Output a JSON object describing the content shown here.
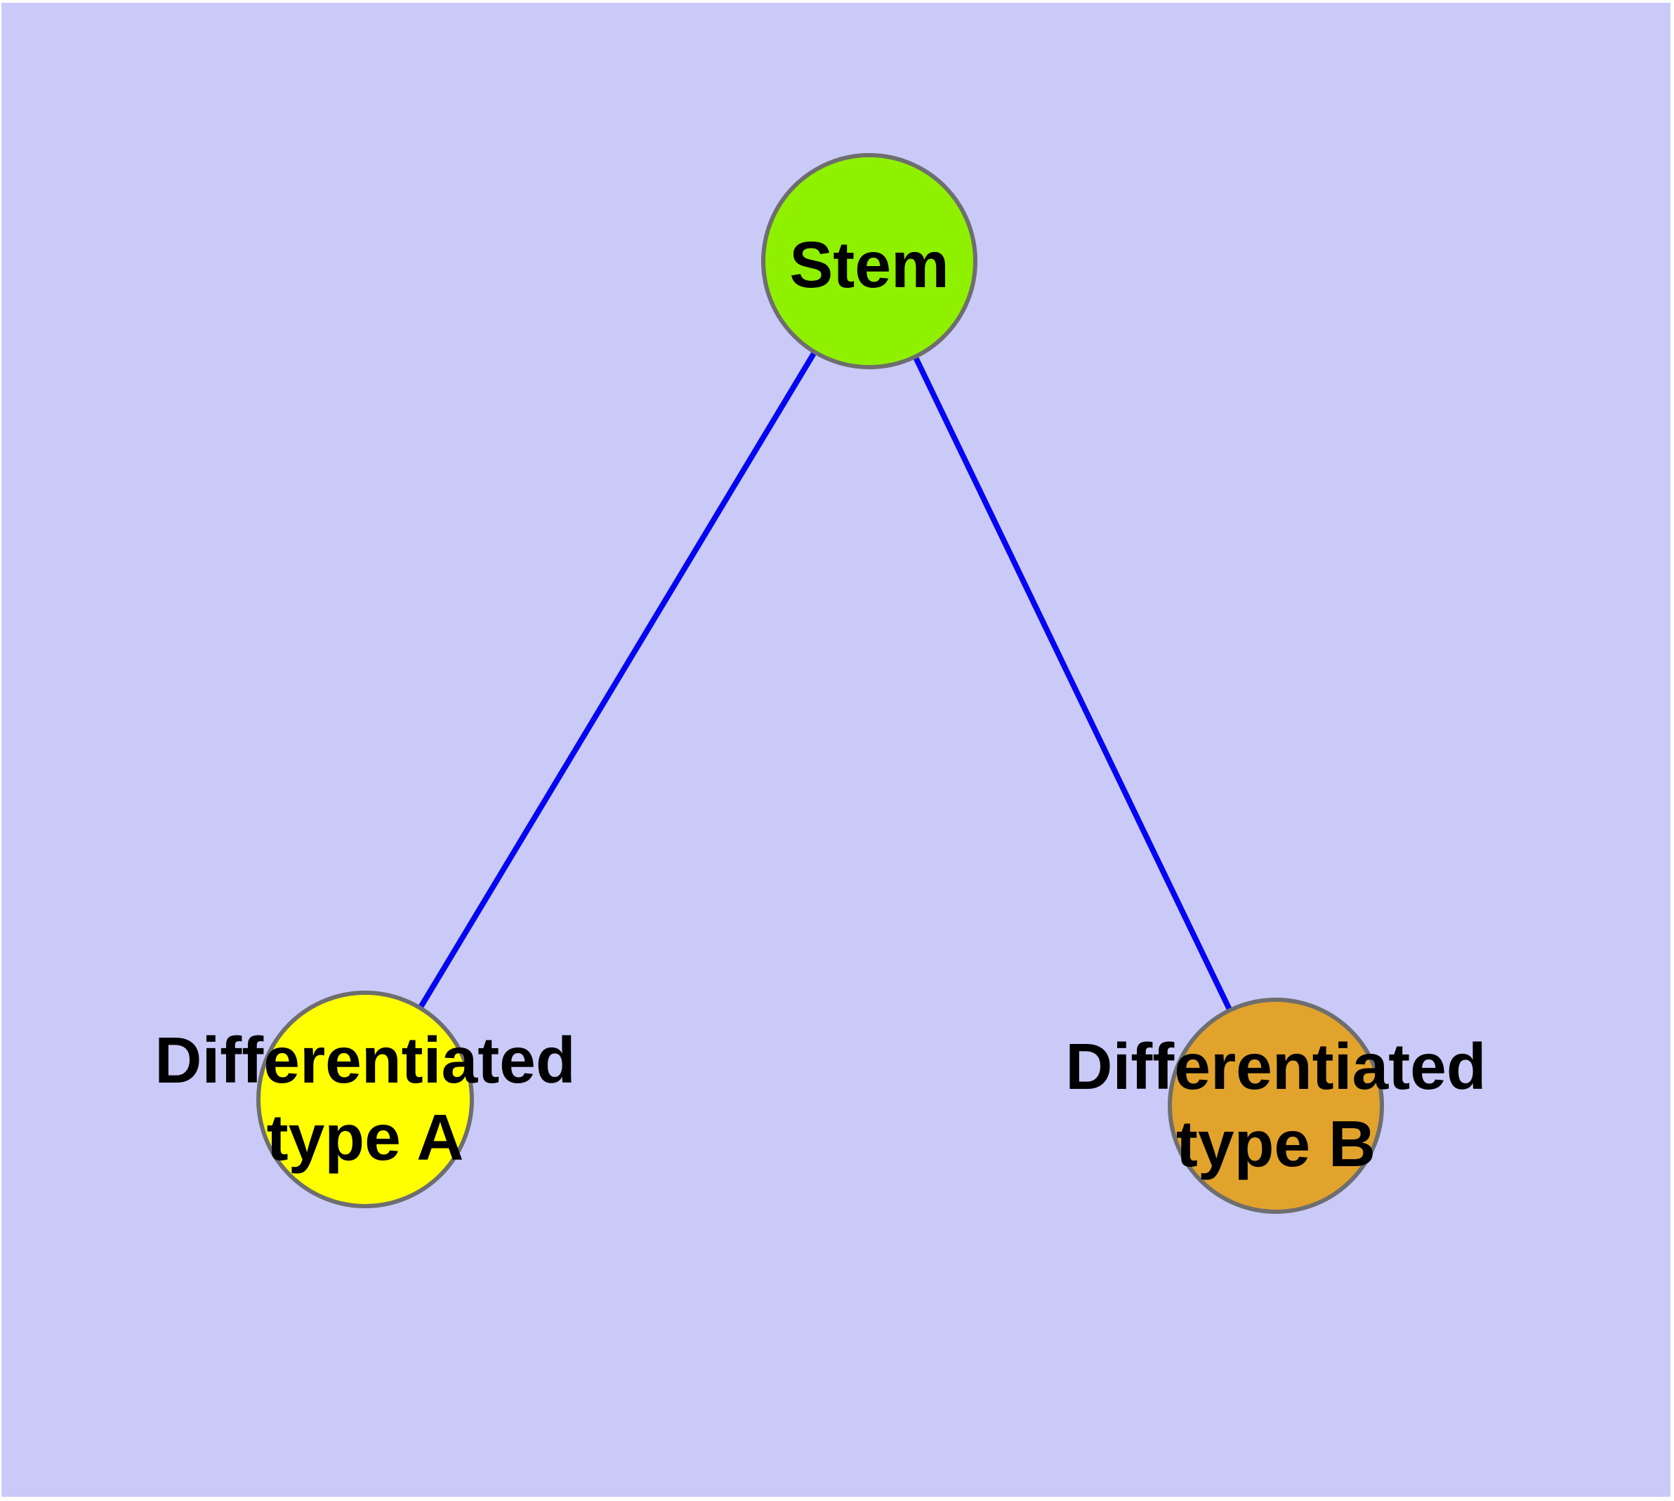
{
  "diagram": {
    "type": "graph",
    "background_color": "#CACAF8",
    "frame_color": "#FFFFFF",
    "edge_color": "#0505F0",
    "node_border_color": "#6E6E6E",
    "label_color": "#000000",
    "nodes": [
      {
        "id": "stem",
        "label": "Stem",
        "color": "#8FF000"
      },
      {
        "id": "differentiated-type-a",
        "label": "Differentiated type A",
        "label_line1": "Differentiated",
        "label_line2": "type A",
        "color": "#FFFF00"
      },
      {
        "id": "differentiated-type-b",
        "label": "Differentiated type B",
        "label_line1": "Differentiated",
        "label_line2": "type B",
        "color": "#E2A32C"
      }
    ],
    "edges": [
      {
        "from": "Stem",
        "to": "Differentiated type A"
      },
      {
        "from": "Stem",
        "to": "Differentiated type B"
      }
    ]
  }
}
